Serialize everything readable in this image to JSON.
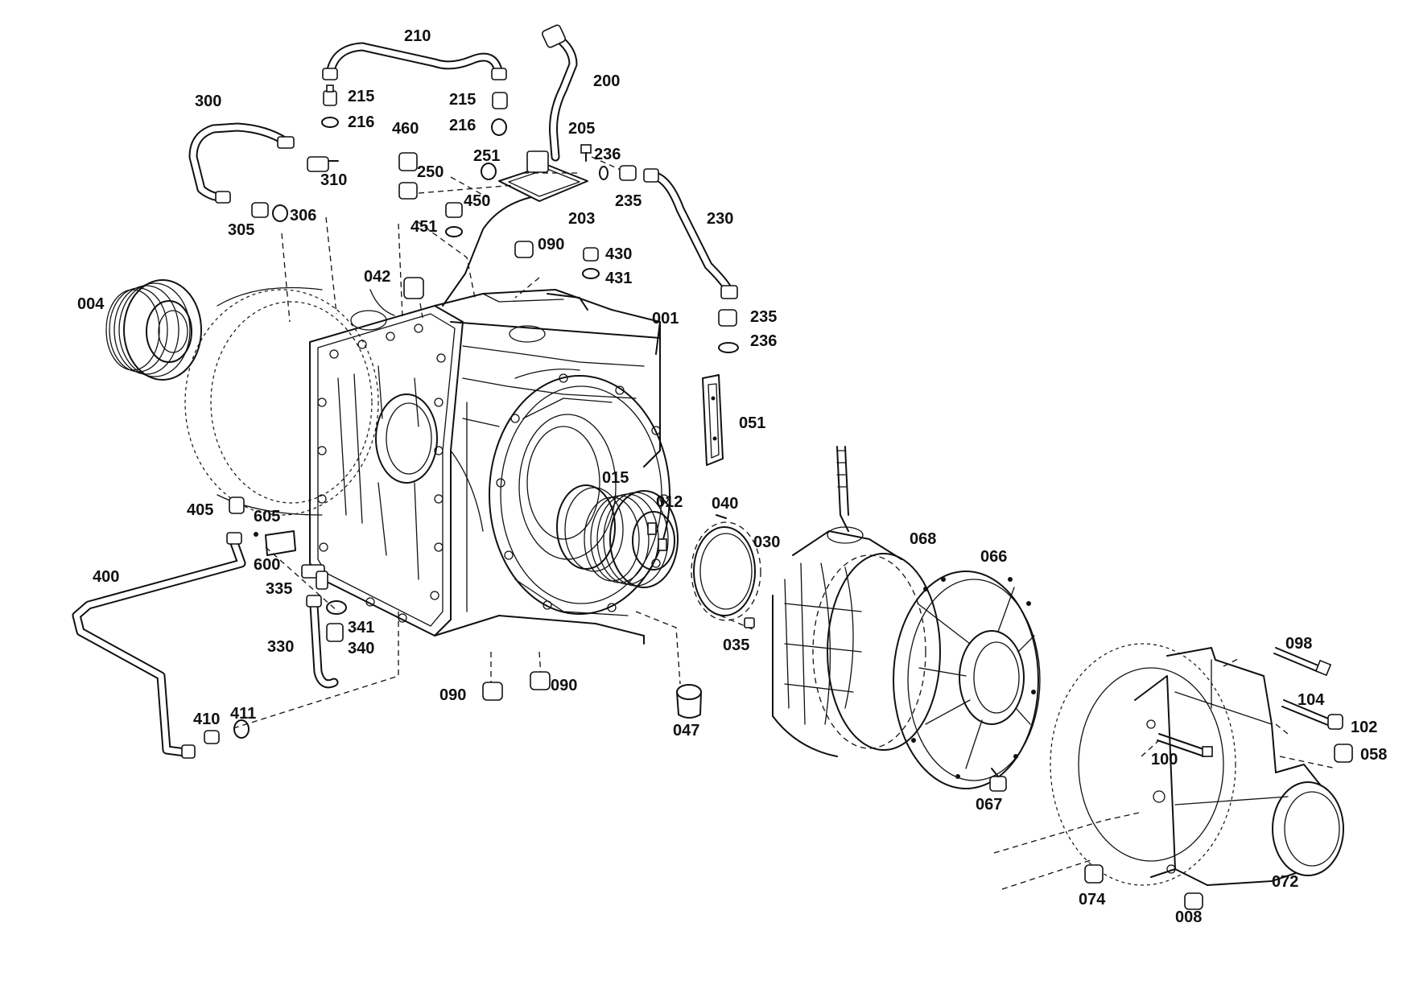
{
  "labels": {
    "p001": "001",
    "p004": "004",
    "p008": "008",
    "p012": "012",
    "p015": "015",
    "p030": "030",
    "p035": "035",
    "p040": "040",
    "p042": "042",
    "p047": "047",
    "p051": "051",
    "p058": "058",
    "p066": "066",
    "p067": "067",
    "p068": "068",
    "p072": "072",
    "p074": "074",
    "p090a": "090",
    "p090b": "090",
    "p090c": "090",
    "p098": "098",
    "p100": "100",
    "p102": "102",
    "p104": "104",
    "p200": "200",
    "p203": "203",
    "p205": "205",
    "p210": "210",
    "p215a": "215",
    "p215b": "215",
    "p216a": "216",
    "p216b": "216",
    "p230": "230",
    "p235a": "235",
    "p235b": "235",
    "p236a": "236",
    "p236b": "236",
    "p250": "250",
    "p251": "251",
    "p300": "300",
    "p305": "305",
    "p306": "306",
    "p310": "310",
    "p330": "330",
    "p335": "335",
    "p340": "340",
    "p341": "341",
    "p400": "400",
    "p405": "405",
    "p410": "410",
    "p411": "411",
    "p430": "430",
    "p431": "431",
    "p450": "450",
    "p451": "451",
    "p460": "460",
    "p600": "600",
    "p605": "605"
  }
}
